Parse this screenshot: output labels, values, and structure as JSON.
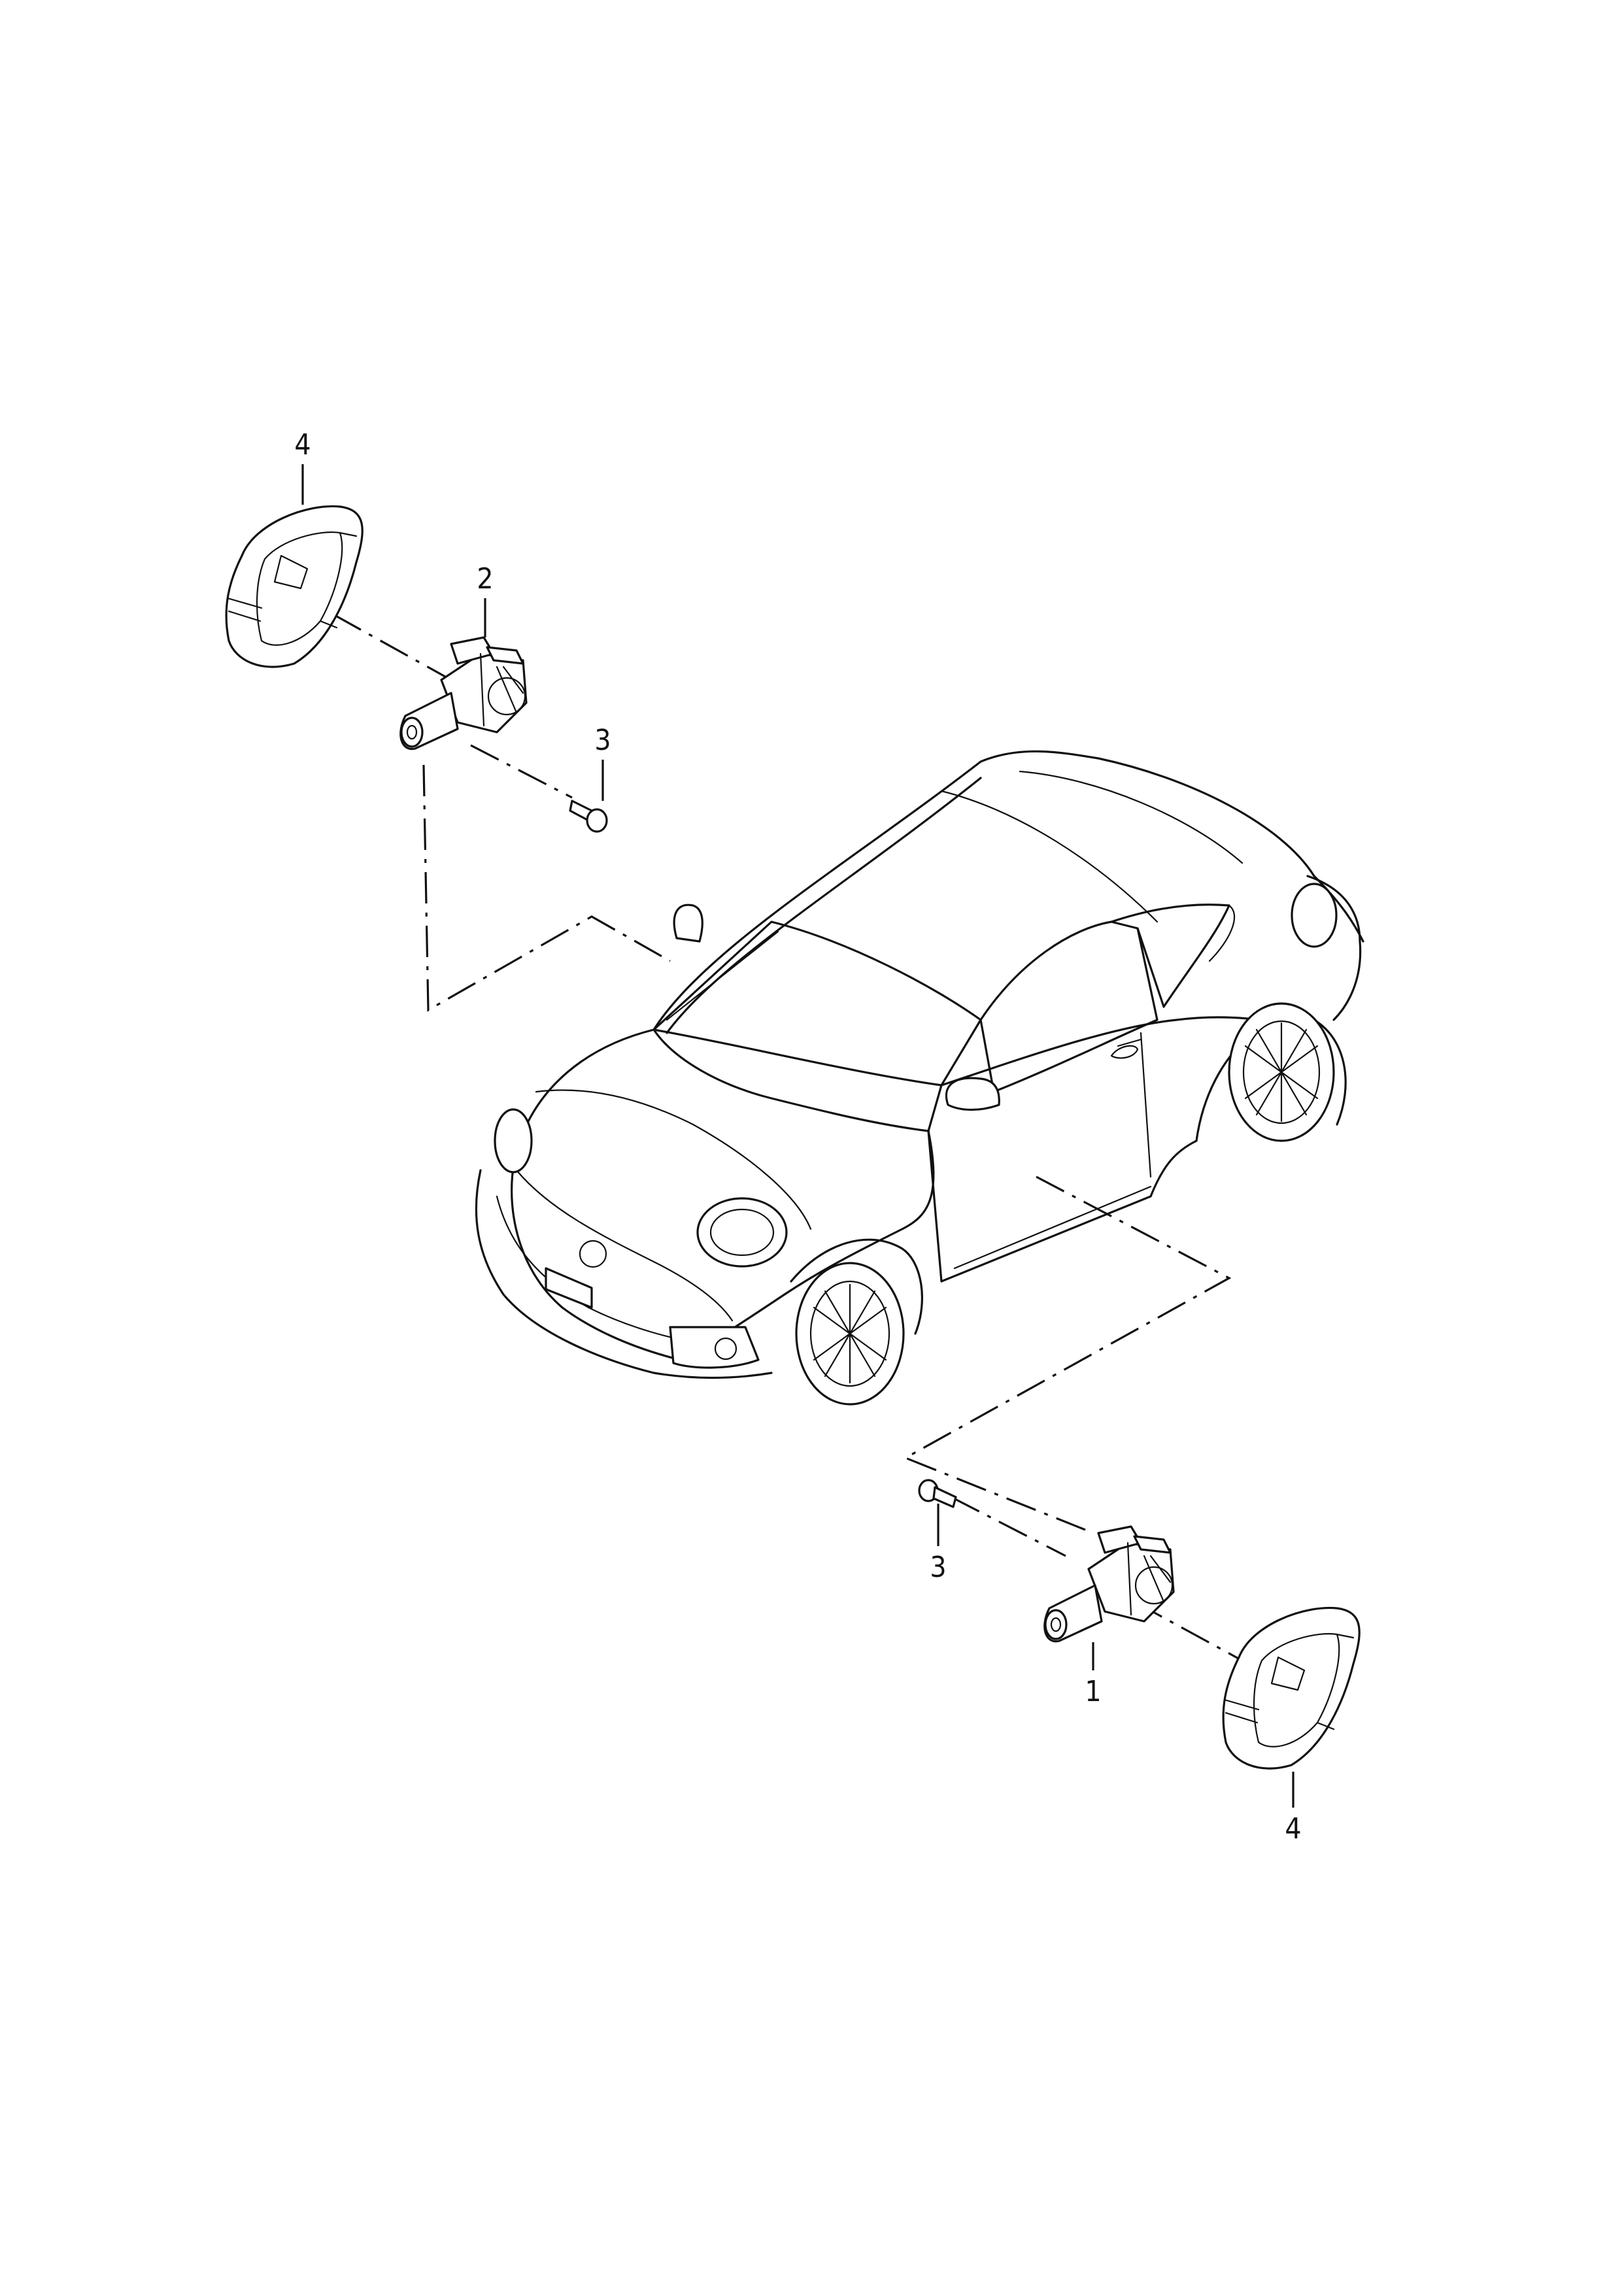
{
  "callouts": {
    "c4_top": "4",
    "c2": "2",
    "c3_top": "3",
    "c3_bottom": "3",
    "c1": "1",
    "c4_bottom": "4"
  }
}
